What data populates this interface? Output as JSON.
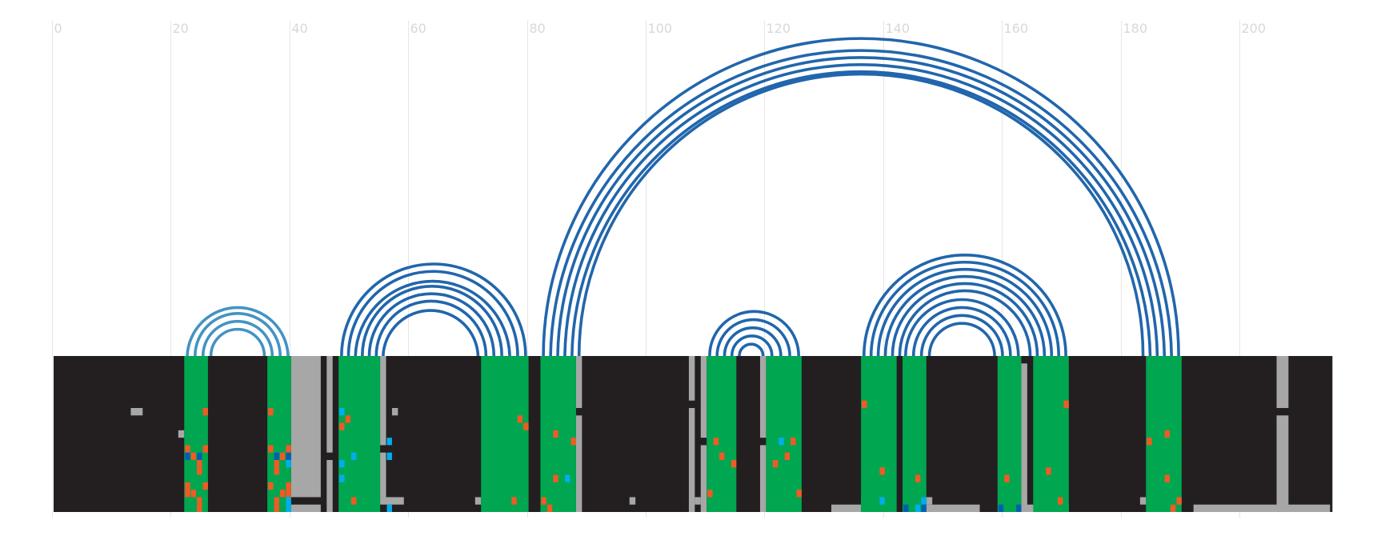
{
  "chart_data": {
    "type": "arc-alignment",
    "xlim": [
      0,
      215
    ],
    "x_ticks": [
      0,
      20,
      40,
      60,
      80,
      100,
      120,
      140,
      160,
      180,
      200
    ],
    "grid": true,
    "tracks": 21,
    "colors": {
      "background": "#231f20",
      "paired": "#00a650",
      "gap": "#a7a7a7",
      "mismatch": "#f15a24",
      "variant_light": "#00aeef",
      "variant_dark": "#0060b0",
      "arc": "#2166ac",
      "arc_light": "#4393c3",
      "grid": "#e6e6e6",
      "tick_text": "#d8d8d8"
    },
    "helices": [
      {
        "left": [
          22,
          26
        ],
        "right": [
          36,
          40
        ],
        "color": "#4393c3"
      },
      {
        "left": [
          48,
          55
        ],
        "right": [
          72,
          80
        ],
        "color": "#2166ac"
      },
      {
        "left": [
          82,
          88
        ],
        "right": [
          184,
          190
        ],
        "color": "#2166ac"
      },
      {
        "left": [
          110,
          115
        ],
        "right": [
          120,
          126
        ],
        "color": "#2166ac"
      },
      {
        "left": [
          136,
          142
        ],
        "right": [
          165,
          171
        ],
        "color": "#2166ac"
      },
      {
        "left": [
          143,
          147
        ],
        "right": [
          159,
          163
        ],
        "color": "#2166ac"
      }
    ],
    "paired_columns": [
      {
        "x0": 22,
        "x1": 26
      },
      {
        "x0": 36,
        "x1": 40
      },
      {
        "x0": 48,
        "x1": 55
      },
      {
        "x0": 72,
        "x1": 80
      },
      {
        "x0": 82,
        "x1": 88
      },
      {
        "x0": 110,
        "x1": 115
      },
      {
        "x0": 120,
        "x1": 126
      },
      {
        "x0": 136,
        "x1": 142
      },
      {
        "x0": 143,
        "x1": 147
      },
      {
        "x0": 159,
        "x1": 163
      },
      {
        "x0": 165,
        "x1": 171
      },
      {
        "x0": 184,
        "x1": 190
      }
    ],
    "gap_blocks": [
      {
        "x0": 40,
        "x1": 45,
        "t0": 0,
        "t1": 19
      },
      {
        "x0": 40,
        "x1": 45,
        "t0": 20,
        "t1": 21
      },
      {
        "x0": 46,
        "x1": 47,
        "t0": 0,
        "t1": 13
      },
      {
        "x0": 46,
        "x1": 47,
        "t0": 14,
        "t1": 21
      },
      {
        "x0": 55,
        "x1": 56,
        "t0": 0,
        "t1": 12
      },
      {
        "x0": 55,
        "x1": 56,
        "t0": 13,
        "t1": 19
      },
      {
        "x0": 55,
        "x1": 59,
        "t0": 19,
        "t1": 20
      },
      {
        "x0": 13,
        "x1": 15,
        "t0": 7,
        "t1": 8
      },
      {
        "x0": 21,
        "x1": 22,
        "t0": 10,
        "t1": 11
      },
      {
        "x0": 57,
        "x1": 58,
        "t0": 7,
        "t1": 8
      },
      {
        "x0": 71,
        "x1": 72,
        "t0": 19,
        "t1": 20
      },
      {
        "x0": 88,
        "x1": 89,
        "t0": 0,
        "t1": 7
      },
      {
        "x0": 88,
        "x1": 89,
        "t0": 8,
        "t1": 21
      },
      {
        "x0": 97,
        "x1": 98,
        "t0": 19,
        "t1": 20
      },
      {
        "x0": 107,
        "x1": 108,
        "t0": 0,
        "t1": 6
      },
      {
        "x0": 107,
        "x1": 108,
        "t0": 7,
        "t1": 21
      },
      {
        "x0": 109,
        "x1": 110,
        "t0": 0,
        "t1": 11
      },
      {
        "x0": 109,
        "x1": 110,
        "t0": 12,
        "t1": 21
      },
      {
        "x0": 108,
        "x1": 109,
        "t0": 19,
        "t1": 20
      },
      {
        "x0": 119,
        "x1": 120,
        "t0": 0,
        "t1": 11
      },
      {
        "x0": 119,
        "x1": 120,
        "t0": 12,
        "t1": 21
      },
      {
        "x0": 131,
        "x1": 136,
        "t0": 20,
        "t1": 21
      },
      {
        "x0": 136,
        "x1": 137,
        "t0": 19,
        "t1": 20
      },
      {
        "x0": 147,
        "x1": 148,
        "t0": 19,
        "t1": 20
      },
      {
        "x0": 147,
        "x1": 156,
        "t0": 20,
        "t1": 21
      },
      {
        "x0": 163,
        "x1": 164,
        "t0": 1,
        "t1": 21
      },
      {
        "x0": 163,
        "x1": 171,
        "t0": 20,
        "t1": 21
      },
      {
        "x0": 183,
        "x1": 184,
        "t0": 19,
        "t1": 20
      },
      {
        "x0": 192,
        "x1": 215,
        "t0": 20,
        "t1": 21
      },
      {
        "x0": 206,
        "x1": 208,
        "t0": 0,
        "t1": 7
      },
      {
        "x0": 206,
        "x1": 208,
        "t0": 8,
        "t1": 21
      }
    ],
    "point_cells": [
      {
        "x": 25,
        "t": 7,
        "c": "mismatch"
      },
      {
        "x": 36,
        "t": 7,
        "c": "mismatch"
      },
      {
        "x": 22,
        "t": 12,
        "c": "mismatch"
      },
      {
        "x": 25,
        "t": 12,
        "c": "mismatch"
      },
      {
        "x": 36,
        "t": 12,
        "c": "mismatch"
      },
      {
        "x": 39,
        "t": 12,
        "c": "mismatch"
      },
      {
        "x": 22,
        "t": 13,
        "c": "variant_dark"
      },
      {
        "x": 23,
        "t": 13,
        "c": "mismatch"
      },
      {
        "x": 24,
        "t": 13,
        "c": "variant_dark"
      },
      {
        "x": 37,
        "t": 13,
        "c": "variant_dark"
      },
      {
        "x": 38,
        "t": 13,
        "c": "mismatch"
      },
      {
        "x": 39,
        "t": 13,
        "c": "variant_dark"
      },
      {
        "x": 24,
        "t": 14,
        "c": "mismatch"
      },
      {
        "x": 37,
        "t": 14,
        "c": "mismatch"
      },
      {
        "x": 39,
        "t": 14,
        "c": "variant_light"
      },
      {
        "x": 24,
        "t": 15,
        "c": "mismatch"
      },
      {
        "x": 37,
        "t": 15,
        "c": "mismatch"
      },
      {
        "x": 22,
        "t": 17,
        "c": "mismatch"
      },
      {
        "x": 25,
        "t": 17,
        "c": "mismatch"
      },
      {
        "x": 36,
        "t": 17,
        "c": "mismatch"
      },
      {
        "x": 39,
        "t": 17,
        "c": "mismatch"
      },
      {
        "x": 22,
        "t": 18,
        "c": "mismatch"
      },
      {
        "x": 23,
        "t": 18,
        "c": "mismatch"
      },
      {
        "x": 38,
        "t": 18,
        "c": "mismatch"
      },
      {
        "x": 39,
        "t": 18,
        "c": "mismatch"
      },
      {
        "x": 24,
        "t": 19,
        "c": "mismatch"
      },
      {
        "x": 37,
        "t": 19,
        "c": "mismatch"
      },
      {
        "x": 39,
        "t": 19,
        "c": "variant_light"
      },
      {
        "x": 24,
        "t": 20,
        "c": "mismatch"
      },
      {
        "x": 37,
        "t": 20,
        "c": "mismatch"
      },
      {
        "x": 39,
        "t": 20,
        "c": "variant_light"
      },
      {
        "x": 48,
        "t": 7,
        "c": "variant_light"
      },
      {
        "x": 49,
        "t": 8,
        "c": "mismatch"
      },
      {
        "x": 48,
        "t": 9,
        "c": "mismatch"
      },
      {
        "x": 56,
        "t": 11,
        "c": "variant_light"
      },
      {
        "x": 50,
        "t": 13,
        "c": "variant_light"
      },
      {
        "x": 56,
        "t": 13,
        "c": "variant_light"
      },
      {
        "x": 48,
        "t": 14,
        "c": "variant_light"
      },
      {
        "x": 48,
        "t": 16,
        "c": "variant_light"
      },
      {
        "x": 50,
        "t": 19,
        "c": "mismatch"
      },
      {
        "x": 56,
        "t": 20,
        "c": "variant_light"
      },
      {
        "x": 78,
        "t": 8,
        "c": "mismatch"
      },
      {
        "x": 79,
        "t": 9,
        "c": "mismatch"
      },
      {
        "x": 77,
        "t": 19,
        "c": "mismatch"
      },
      {
        "x": 84,
        "t": 10,
        "c": "mismatch"
      },
      {
        "x": 87,
        "t": 11,
        "c": "mismatch"
      },
      {
        "x": 84,
        "t": 16,
        "c": "mismatch"
      },
      {
        "x": 86,
        "t": 16,
        "c": "variant_light"
      },
      {
        "x": 82,
        "t": 19,
        "c": "mismatch"
      },
      {
        "x": 83,
        "t": 20,
        "c": "mismatch"
      },
      {
        "x": 111,
        "t": 11,
        "c": "mismatch"
      },
      {
        "x": 112,
        "t": 13,
        "c": "mismatch"
      },
      {
        "x": 114,
        "t": 14,
        "c": "mismatch"
      },
      {
        "x": 110,
        "t": 18,
        "c": "mismatch"
      },
      {
        "x": 122,
        "t": 11,
        "c": "variant_light"
      },
      {
        "x": 124,
        "t": 11,
        "c": "mismatch"
      },
      {
        "x": 123,
        "t": 13,
        "c": "mismatch"
      },
      {
        "x": 121,
        "t": 14,
        "c": "mismatch"
      },
      {
        "x": 125,
        "t": 18,
        "c": "mismatch"
      },
      {
        "x": 136,
        "t": 6,
        "c": "mismatch"
      },
      {
        "x": 139,
        "t": 15,
        "c": "mismatch"
      },
      {
        "x": 139,
        "t": 19,
        "c": "variant_light"
      },
      {
        "x": 145,
        "t": 16,
        "c": "mismatch"
      },
      {
        "x": 146,
        "t": 19,
        "c": "variant_light"
      },
      {
        "x": 143,
        "t": 20,
        "c": "variant_dark"
      },
      {
        "x": 145,
        "t": 20,
        "c": "variant_light"
      },
      {
        "x": 146,
        "t": 20,
        "c": "variant_dark"
      },
      {
        "x": 160,
        "t": 16,
        "c": "mismatch"
      },
      {
        "x": 159,
        "t": 20,
        "c": "variant_dark"
      },
      {
        "x": 162,
        "t": 20,
        "c": "variant_dark"
      },
      {
        "x": 167,
        "t": 15,
        "c": "mismatch"
      },
      {
        "x": 169,
        "t": 19,
        "c": "mismatch"
      },
      {
        "x": 170,
        "t": 6,
        "c": "mismatch"
      },
      {
        "x": 187,
        "t": 10,
        "c": "mismatch"
      },
      {
        "x": 184,
        "t": 11,
        "c": "mismatch"
      },
      {
        "x": 187,
        "t": 16,
        "c": "mismatch"
      },
      {
        "x": 189,
        "t": 19,
        "c": "mismatch"
      },
      {
        "x": 188,
        "t": 20,
        "c": "mismatch"
      }
    ]
  }
}
